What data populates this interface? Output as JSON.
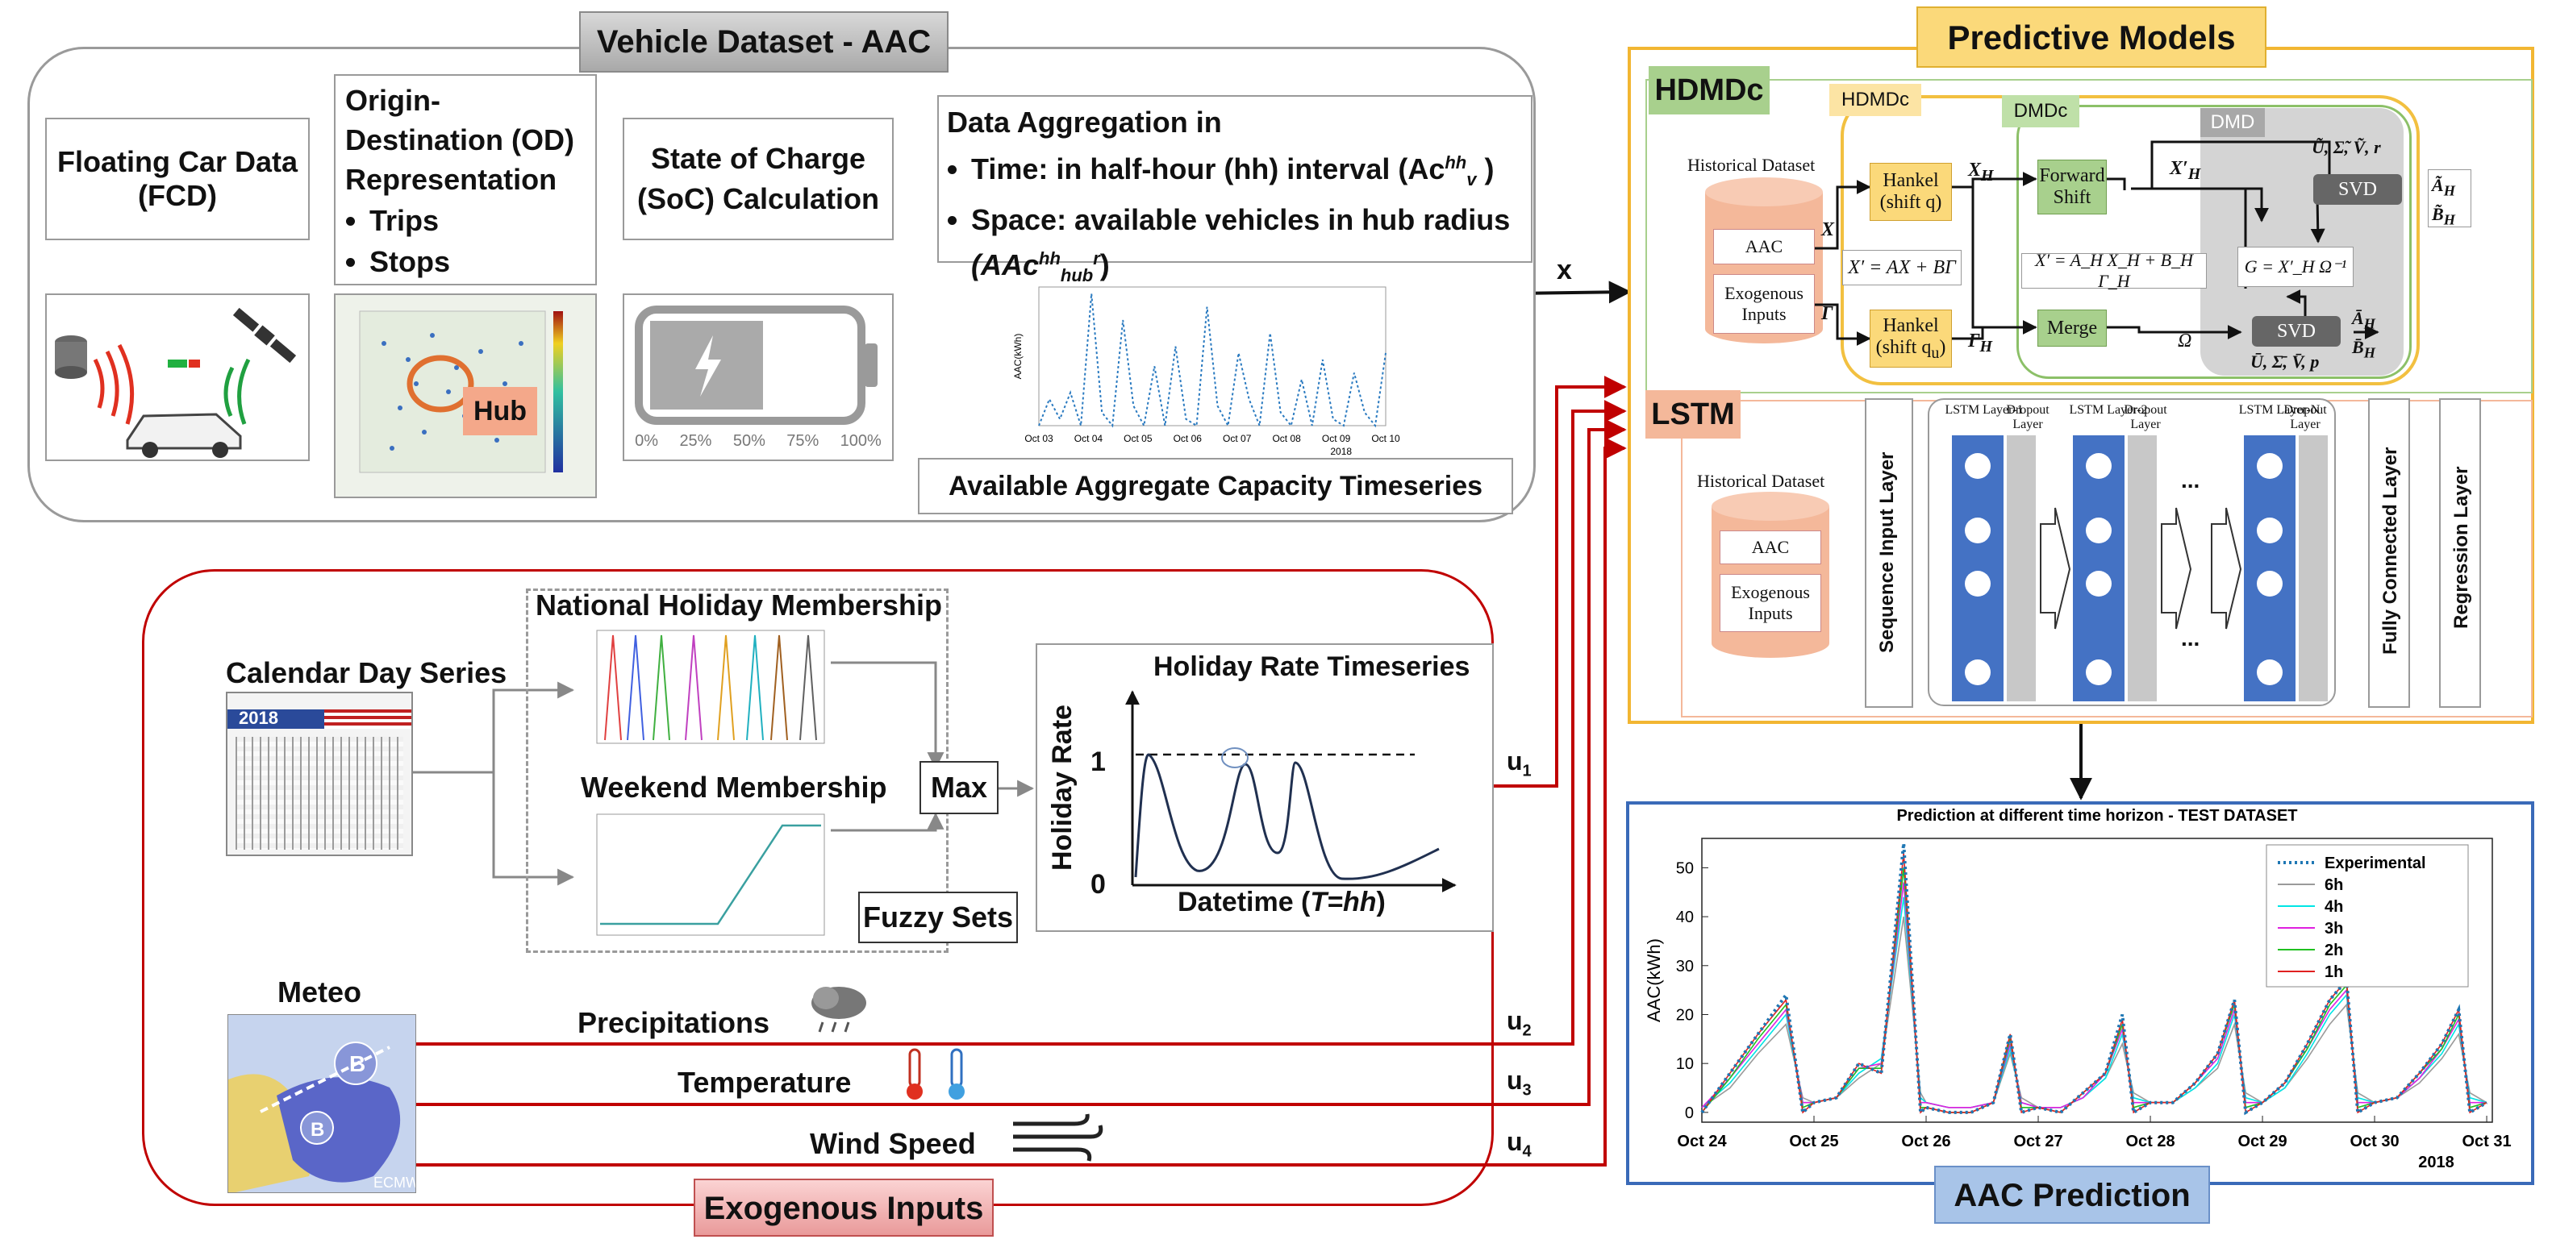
{
  "vehicle": {
    "title": "Vehicle Dataset - AAC",
    "fcd": "Floating Car Data (FCD)",
    "od_title": "Origin-Destination (OD) Representation",
    "od_items": [
      "Trips",
      "Stops"
    ],
    "soc": "State of Charge (SoC) Calculation",
    "agg_title": "Data Aggregation in",
    "agg_time": "Time: in half-hour (hh) interval (Ac",
    "agg_time_sup": "hh",
    "agg_time_sub": "v",
    "agg_space": "Space: available vehicles in hub radius",
    "agg_space_expr": "(AAc",
    "agg_space_sup": "hh",
    "agg_space_sub": "hub",
    "agg_space_sup2": "r",
    "agg_space_close": ")",
    "hub_label": "Hub",
    "battery_ticks": [
      "0%",
      "25%",
      "50%",
      "75%",
      "100%"
    ],
    "timeseries_caption": "Available Aggregate Capacity Timeseries",
    "aac_ylabel": "AAC(kWh)",
    "aac_xticks": [
      "Oct 03",
      "Oct 04",
      "Oct 05",
      "Oct 06",
      "Oct 07",
      "Oct 08",
      "Oct 09",
      "Oct 10"
    ],
    "aac_year": "2018"
  },
  "arrow_x": "x",
  "exogenous": {
    "title": "Exogenous Inputs",
    "calendar_title": "Calendar Day Series",
    "calendar_year": "2018",
    "national_holiday": "National Holiday Membership",
    "weekend": "Weekend Membership",
    "max": "Max",
    "fuzzy": "Fuzzy Sets",
    "holiday_rate_title": "Holiday Rate Timeseries",
    "holiday_rate_ylabel": "Holiday Rate",
    "holiday_rate_xlabel_pre": "Datetime (",
    "holiday_rate_xlabel_var": "T=hh",
    "holiday_rate_xlabel_post": ")",
    "tick_1": "1",
    "tick_0": "0",
    "meteo": "Meteo",
    "precip": "Precipitations",
    "temp": "Temperature",
    "wind": "Wind Speed",
    "u_labels": [
      "u",
      "u",
      "u",
      "u"
    ],
    "u_subs": [
      "1",
      "2",
      "3",
      "4"
    ]
  },
  "models": {
    "title": "Predictive Models",
    "hdmdc_tag": "HDMDc",
    "hdmdc_inner": "HDMDc",
    "dmdc": "DMDc",
    "dmd": "DMD",
    "historical": "Historical Dataset",
    "aac": "AAC",
    "exo_inputs": "Exogenous Inputs",
    "hankel_q": "Hankel (shift q)",
    "hankel_qu": "Hankel (shift q",
    "hankel_qu_sub": "u",
    "hankel_close": ")",
    "forward_shift": "Forward Shift",
    "merge": "Merge",
    "svd": "SVD",
    "eq1": "X′ = AX + BΓ",
    "eq2": "X′ = A",
    "eq2_full": "X′ = A_H X_H + B_H Γ_H",
    "eq3": "G = X′_H Ω⁻¹",
    "lbl_X": "X",
    "lbl_Gamma": "Γ",
    "lbl_XH": "X",
    "lbl_H": "H",
    "lbl_XpH": "X′",
    "lbl_GammaH": "Γ",
    "lbl_Omega": "Ω",
    "svd_top": "Ũ, Σ̃, Ṽ, r",
    "svd_bottom": "Ū, Σ̄, V̄, p",
    "out_top_A": "Ã",
    "out_top_B": "B̃",
    "out_bottom_A": "Ā",
    "out_bottom_B": "B̄",
    "lstm_tag": "LSTM",
    "seq_input": "Sequence Input Layer",
    "lstm_layers": [
      "LSTM Layer-1",
      "LSTM Layer-2",
      "LSTM Layer-N"
    ],
    "dropout": "Dropout Layer",
    "fc": "Fully Connected Layer",
    "regression": "Regression Layer",
    "dots": "..."
  },
  "prediction": {
    "tag": "AAC Prediction",
    "chart_title": "Prediction at different time horizon - TEST DATASET",
    "ylabel": "AAC(kWh)",
    "year": "2018"
  },
  "chart_data": {
    "type": "line",
    "title": "Prediction at different time horizon - TEST DATASET",
    "xlabel": "",
    "ylabel": "AAC(kWh)",
    "categories": [
      "Oct 24",
      "Oct 25",
      "Oct 26",
      "Oct 27",
      "Oct 28",
      "Oct 29",
      "Oct 30",
      "Oct 31"
    ],
    "ylim": [
      -2,
      56
    ],
    "yticks": [
      0,
      10,
      20,
      30,
      40,
      50
    ],
    "legend_position": "top-right",
    "grid": false,
    "x": [
      24.0,
      24.25,
      24.5,
      24.75,
      24.9,
      25.0,
      25.2,
      25.4,
      25.6,
      25.8,
      25.95,
      26.0,
      26.2,
      26.4,
      26.6,
      26.75,
      26.85,
      27.0,
      27.2,
      27.4,
      27.6,
      27.75,
      27.85,
      28.0,
      28.2,
      28.4,
      28.6,
      28.75,
      28.85,
      29.0,
      29.2,
      29.4,
      29.6,
      29.75,
      29.85,
      30.0,
      30.2,
      30.4,
      30.6,
      30.75,
      30.85,
      31.0
    ],
    "series": [
      {
        "name": "Experimental",
        "color": "#1f77b4",
        "values": [
          0,
          8,
          16,
          24,
          0,
          2,
          3,
          10,
          8,
          55,
          0,
          1,
          0,
          0,
          2,
          16,
          0,
          1,
          0,
          4,
          8,
          20,
          0,
          2,
          2,
          6,
          12,
          23,
          0,
          2,
          6,
          14,
          23,
          27,
          0,
          2,
          3,
          8,
          14,
          21,
          0,
          2
        ]
      },
      {
        "name": "6h",
        "color": "#9a9a9a",
        "values": [
          1,
          5,
          12,
          18,
          3,
          2,
          3,
          7,
          10,
          40,
          4,
          2,
          1,
          1,
          2,
          12,
          3,
          1,
          1,
          3,
          7,
          14,
          4,
          2,
          2,
          5,
          9,
          18,
          4,
          2,
          5,
          11,
          18,
          22,
          4,
          2,
          3,
          6,
          11,
          16,
          4,
          2
        ]
      },
      {
        "name": "4h",
        "color": "#00e5e5",
        "values": [
          1,
          6,
          13,
          20,
          2,
          2,
          3,
          8,
          11,
          44,
          3,
          2,
          1,
          1,
          2,
          13,
          2,
          1,
          1,
          3,
          7,
          16,
          3,
          2,
          2,
          5,
          10,
          20,
          3,
          2,
          5,
          12,
          20,
          24,
          3,
          2,
          3,
          7,
          12,
          18,
          3,
          2
        ]
      },
      {
        "name": "3h",
        "color": "#e020e0",
        "values": [
          1,
          7,
          14,
          21,
          2,
          2,
          3,
          9,
          10,
          47,
          2,
          2,
          1,
          1,
          2,
          14,
          2,
          1,
          1,
          3,
          8,
          17,
          2,
          2,
          2,
          6,
          11,
          21,
          2,
          2,
          6,
          13,
          21,
          25,
          2,
          2,
          3,
          7,
          13,
          19,
          2,
          2
        ]
      },
      {
        "name": "2h",
        "color": "#20c020",
        "values": [
          0,
          7,
          15,
          22,
          1,
          2,
          3,
          9,
          9,
          50,
          1,
          1,
          0,
          0,
          2,
          15,
          1,
          1,
          0,
          4,
          8,
          18,
          1,
          2,
          2,
          6,
          12,
          22,
          1,
          2,
          6,
          13,
          22,
          26,
          1,
          2,
          3,
          8,
          13,
          20,
          1,
          2
        ]
      },
      {
        "name": "1h",
        "color": "#e02020",
        "values": [
          0,
          8,
          16,
          23,
          0,
          2,
          3,
          10,
          8,
          53,
          0,
          1,
          0,
          0,
          2,
          16,
          0,
          1,
          0,
          4,
          8,
          19,
          0,
          2,
          2,
          6,
          12,
          23,
          0,
          2,
          6,
          14,
          23,
          27,
          0,
          2,
          3,
          8,
          14,
          21,
          0,
          2
        ]
      }
    ]
  }
}
